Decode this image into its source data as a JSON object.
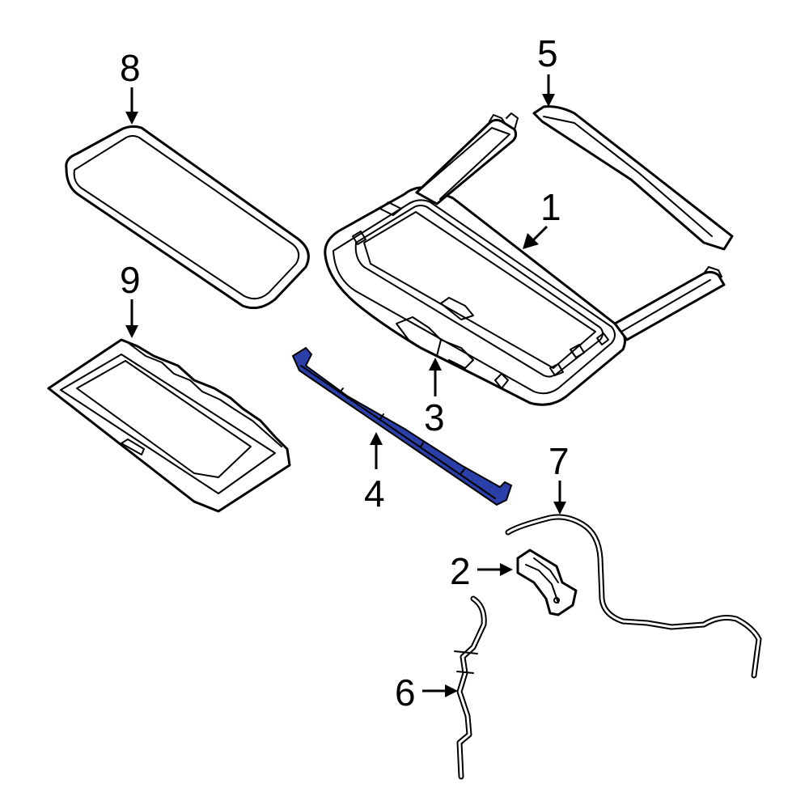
{
  "diagram": {
    "highlight_color": "#2b3fa8",
    "line_color": "#000000",
    "background": "#ffffff",
    "callouts": [
      {
        "id": "c1",
        "label": "1"
      },
      {
        "id": "c2",
        "label": "2"
      },
      {
        "id": "c3",
        "label": "3"
      },
      {
        "id": "c4",
        "label": "4"
      },
      {
        "id": "c5",
        "label": "5"
      },
      {
        "id": "c6",
        "label": "6"
      },
      {
        "id": "c7",
        "label": "7"
      },
      {
        "id": "c8",
        "label": "8"
      },
      {
        "id": "c9",
        "label": "9"
      }
    ]
  }
}
